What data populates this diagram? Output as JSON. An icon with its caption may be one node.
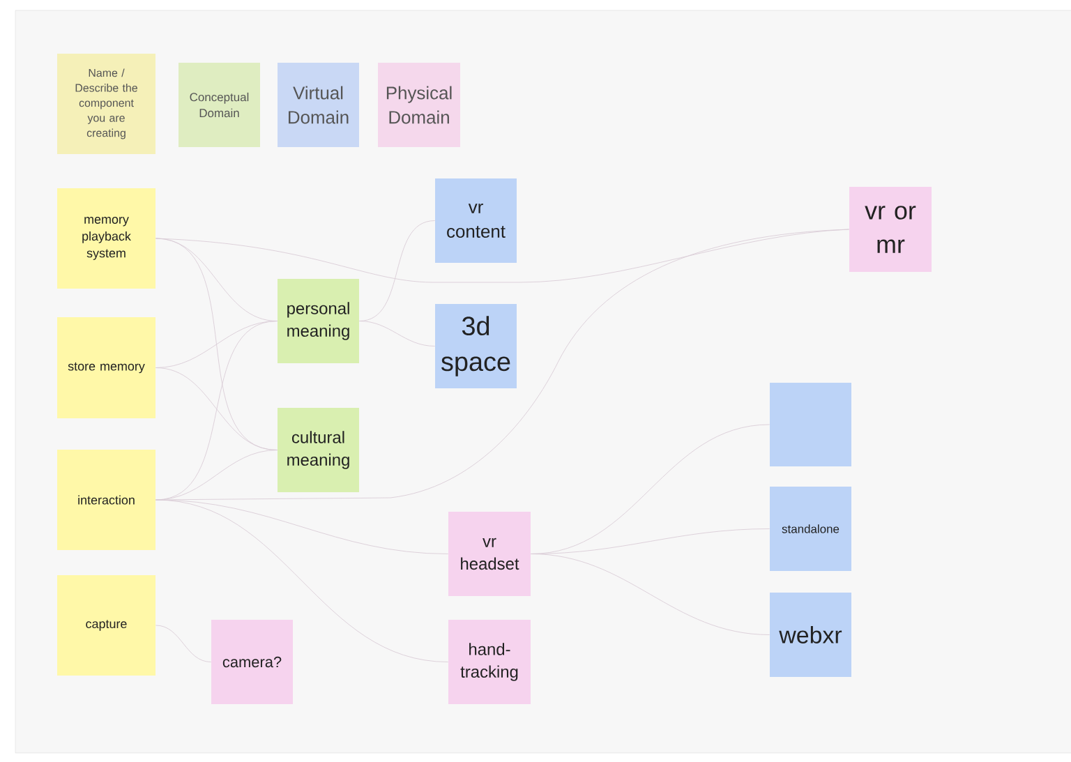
{
  "diagram": {
    "nodes": [
      {
        "text": [
          "Name / Describe the component you are creating"
        ]
      },
      {
        "text": [
          "Conceptual Domain"
        ]
      },
      {
        "text": [
          "Virtual Domain"
        ]
      },
      {
        "text": [
          "Physical Domain"
        ]
      },
      {
        "text": [
          "memory playback system"
        ]
      },
      {
        "text": [
          "vr content"
        ]
      },
      {
        "text": [
          "vr or mr"
        ]
      },
      {
        "text": [
          "personal meaning"
        ]
      },
      {
        "text": [
          "3d space"
        ]
      },
      {
        "text": [
          "store memory"
        ]
      },
      {
        "text": [
          "cultural meaning"
        ]
      },
      {
        "text": [],
        "shape": "box"
      },
      {
        "text": [
          "interaction"
        ]
      },
      {
        "text": [
          "standalone"
        ]
      },
      {
        "text": [
          "vr headset"
        ]
      },
      {
        "text": [
          "webxr"
        ]
      },
      {
        "text": [
          "capture"
        ]
      },
      {
        "text": [
          "camera?"
        ]
      },
      {
        "text": [
          "hand-tracking"
        ]
      }
    ],
    "edges": [
      {
        "from": 4,
        "to": 6,
        "arrow": "none"
      },
      {
        "from": 4,
        "to": 7,
        "arrow": "none"
      },
      {
        "from": 4,
        "to": 10,
        "arrow": "none"
      },
      {
        "from": 9,
        "to": 7,
        "arrow": "none"
      },
      {
        "from": 9,
        "to": 10,
        "arrow": "none"
      },
      {
        "from": 12,
        "to": 7,
        "arrow": "none"
      },
      {
        "from": 12,
        "to": 10,
        "arrow": "none"
      },
      {
        "from": 12,
        "to": 6,
        "arrow": "none"
      },
      {
        "from": 12,
        "to": 14,
        "arrow": "none"
      },
      {
        "from": 12,
        "to": 18,
        "arrow": "none"
      },
      {
        "from": 7,
        "to": 5,
        "arrow": "none"
      },
      {
        "from": 7,
        "to": 8,
        "arrow": "none"
      },
      {
        "from": 14,
        "to": 11,
        "arrow": "none"
      },
      {
        "from": 14,
        "to": 13,
        "arrow": "none"
      },
      {
        "from": 14,
        "to": 15,
        "arrow": "none"
      },
      {
        "from": 16,
        "to": 17,
        "arrow": "none"
      }
    ]
  }
}
